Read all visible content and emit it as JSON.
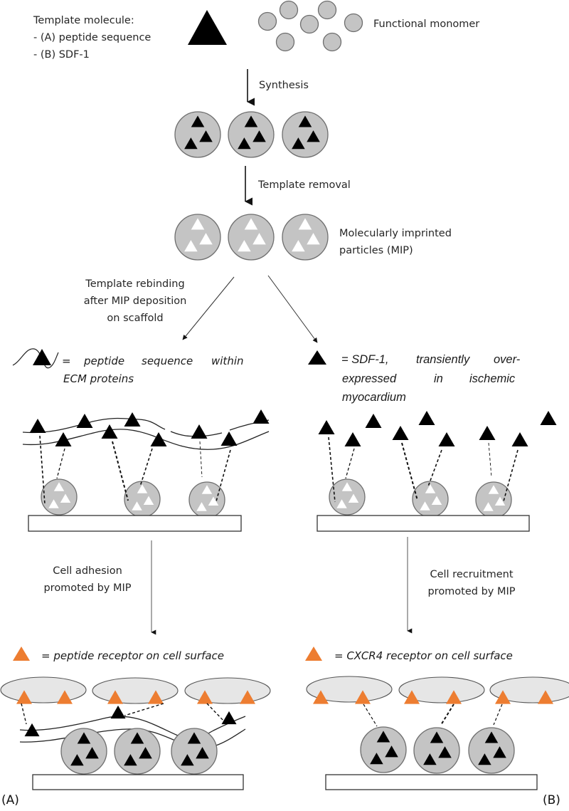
{
  "figure": {
    "colors": {
      "particle_fill": "#c4c4c4",
      "particle_stroke": "#6e6e6e",
      "template": "#000000",
      "cavity": "#ffffff",
      "receptor": "#ed7d31",
      "cell_fill": "#e6e6e6",
      "cell_stroke": "#555555",
      "scaffold_stroke": "#333333"
    },
    "top": {
      "template_label_title": "Template molecule:",
      "template_label_a": "- (A) peptide sequence",
      "template_label_b": "- (B) SDF-1",
      "monomer_label": "Functional monomer"
    },
    "steps": {
      "synthesis": "Synthesis",
      "template_removal": "Template removal",
      "mip_label_line1": "Molecularly imprinted",
      "mip_label_line2": "particles (MIP)",
      "rebinding_line1": "Template rebinding",
      "rebinding_line2": "after MIP deposition",
      "rebinding_line3": "on scaffold"
    },
    "panel_a": {
      "legend_line1_eq": "=",
      "legend_line1_w1": "peptide",
      "legend_line1_w2": "sequence",
      "legend_line1_w3": "within",
      "legend_line2": "ECM proteins",
      "step_line1": "Cell adhesion",
      "step_line2": "promoted by MIP",
      "receptor_legend": "= peptide receptor on cell surface",
      "panel_label": "(A)"
    },
    "panel_b": {
      "legend_line1_a": "=  SDF-1,",
      "legend_line1_b": "transiently",
      "legend_line1_c": "over-",
      "legend_line2_a": "expressed",
      "legend_line2_b": "in",
      "legend_line2_c": "ischemic",
      "legend_line3": "myocardium",
      "step_line1": "Cell recruitment",
      "step_line2": "promoted by MIP",
      "receptor_legend": "= CXCR4 receptor on cell surface",
      "panel_label": "(B)"
    }
  }
}
